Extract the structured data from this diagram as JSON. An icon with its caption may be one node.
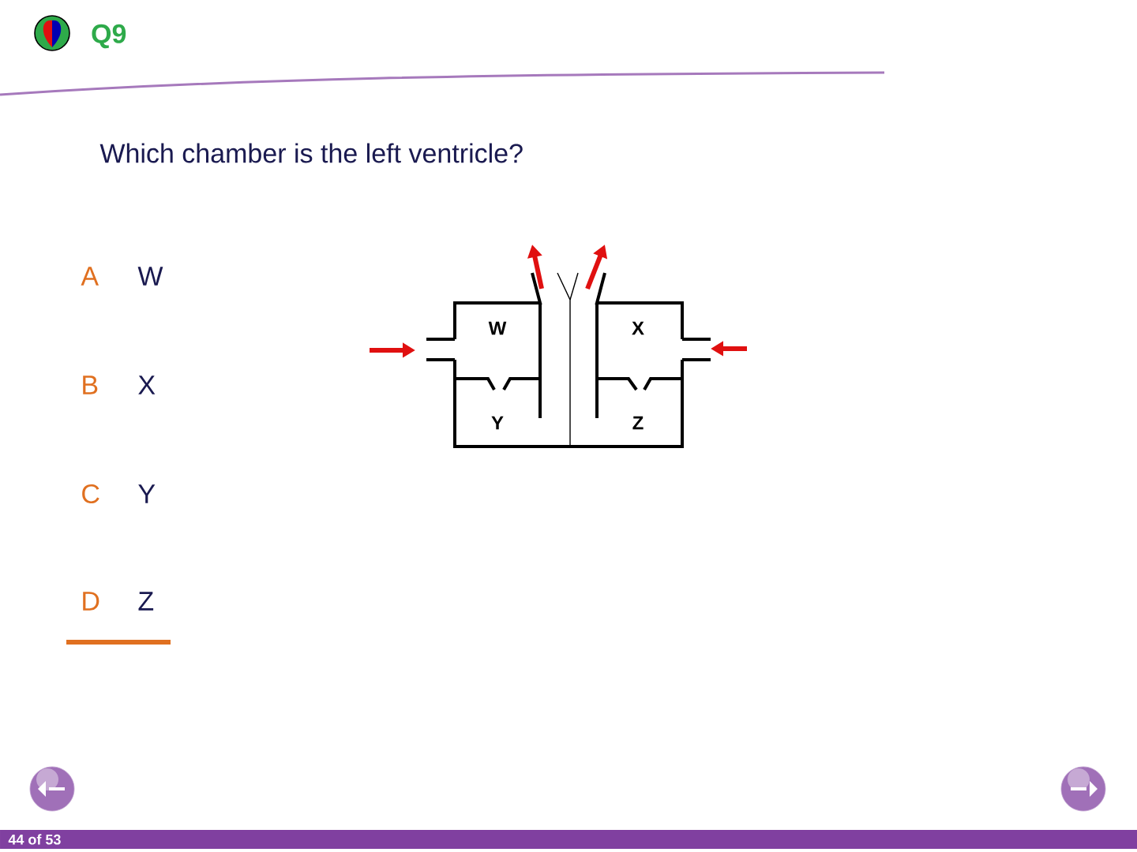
{
  "diagram": {
    "title": "Q9",
    "labels": [
      "Which chamber is the left ventricle?",
      "A",
      "W",
      "B",
      "X",
      "C",
      "Y",
      "D",
      "Z",
      "W",
      "X",
      "Y",
      "Z",
      "44 of 53"
    ]
  }
}
